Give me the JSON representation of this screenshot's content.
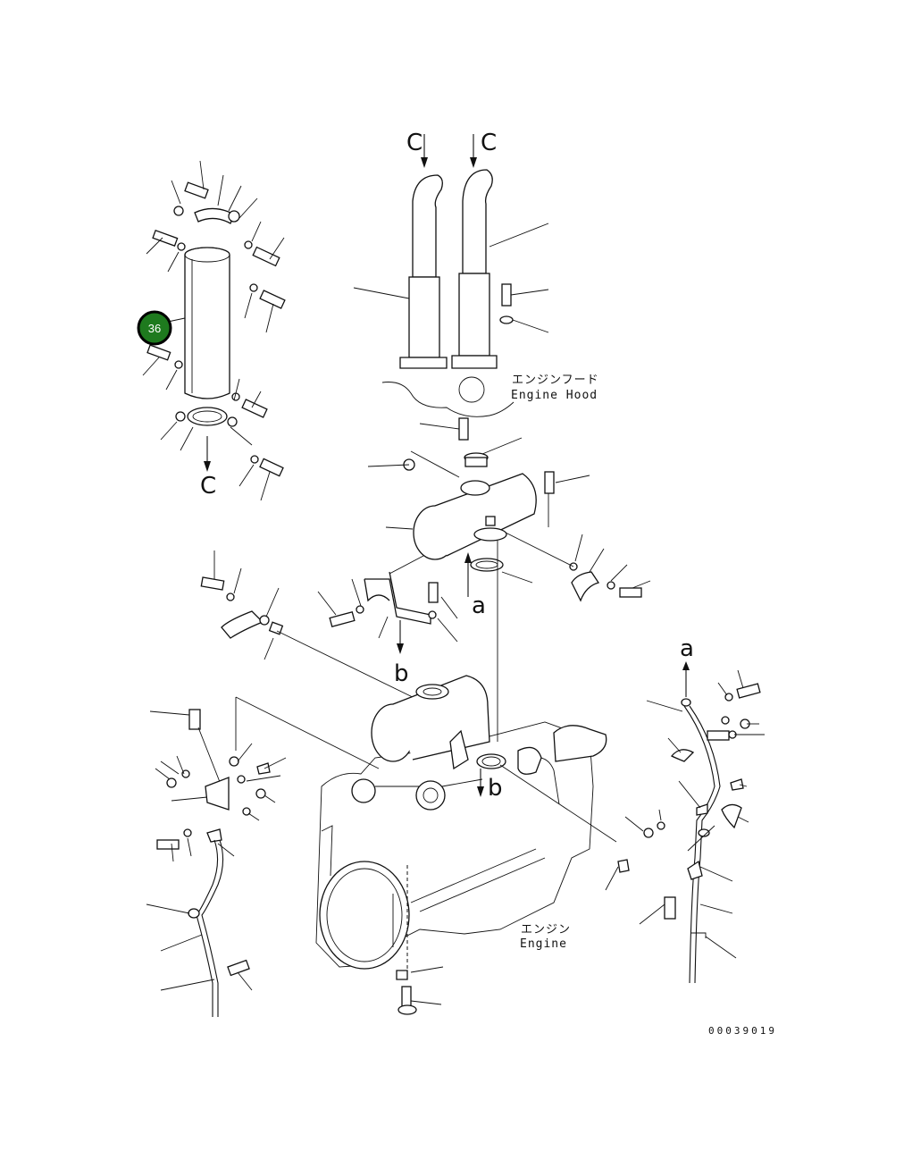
{
  "diagram": {
    "callout": {
      "number": "36",
      "color": "#1e7a1e"
    },
    "labels": {
      "engine_hood_jp": "エンジンフード",
      "engine_hood_en": "Engine Hood",
      "engine_jp": "エンジン",
      "engine_en": "Engine"
    },
    "arrows": {
      "c_top_left": "C",
      "c_top_right": "C",
      "c_left": "C",
      "a_center": "a",
      "a_right": "a",
      "b_left": "b",
      "b_center": "b"
    },
    "drawing_number": "00039019"
  }
}
